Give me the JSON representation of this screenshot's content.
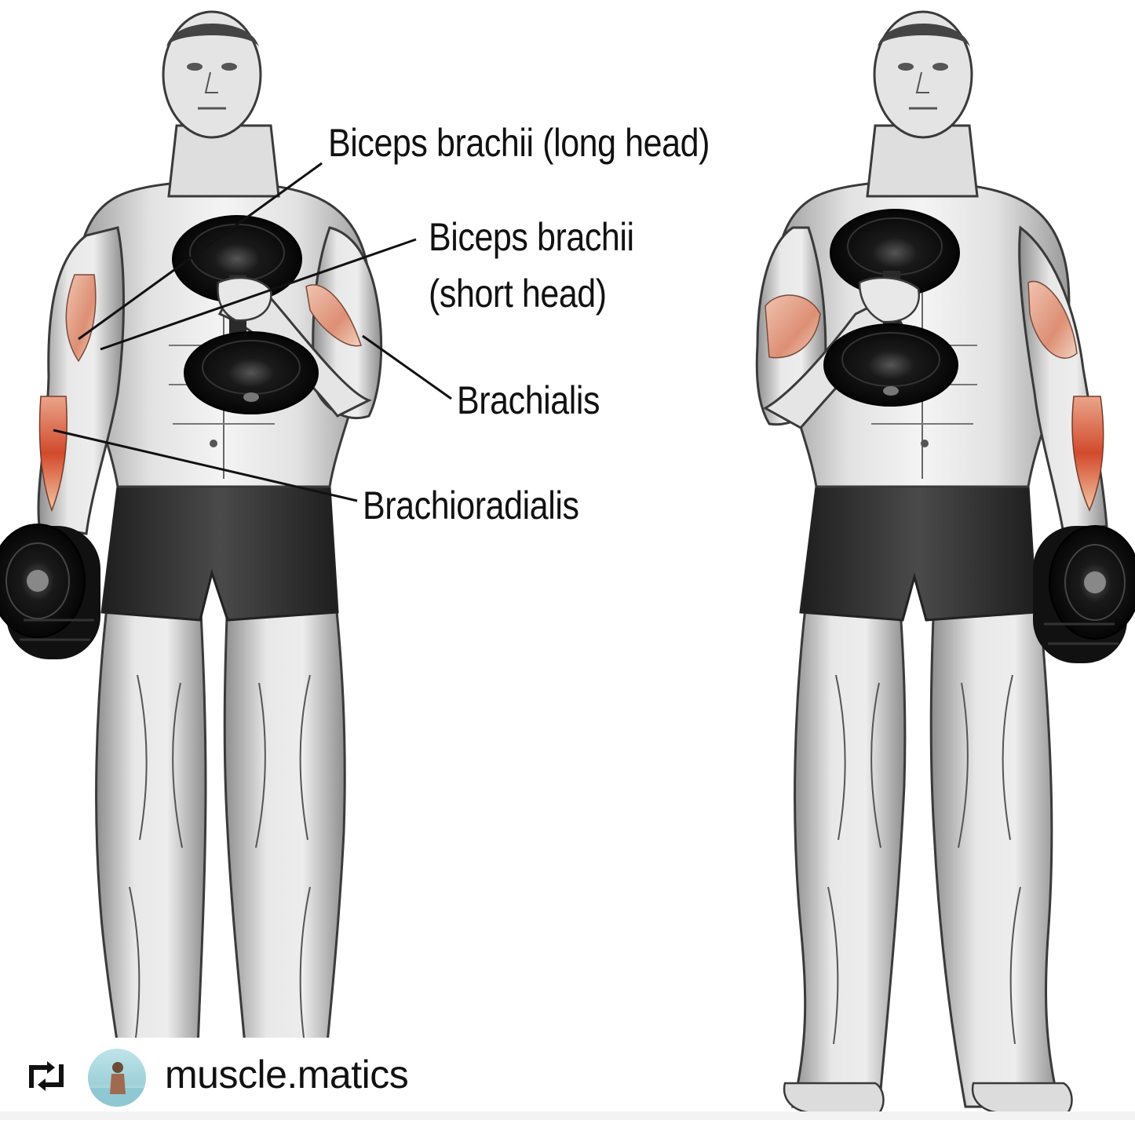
{
  "labels": {
    "biceps_long_head": "Biceps brachii (long head)",
    "biceps_short_head_line1": "Biceps brachii",
    "biceps_short_head_line2": "(short head)",
    "brachialis": "Brachialis",
    "brachioradialis": "Brachioradialis"
  },
  "repost": {
    "icon": "repost-icon",
    "username": "muscle.matics"
  },
  "colors": {
    "muscle_highlight_dark": "#d24a2c",
    "muscle_highlight_light": "#e9a58a",
    "dumbbell": "#141414",
    "shorts": "#2e2e2e",
    "skin": "#e6e6e6",
    "outline": "#3a3a3a"
  }
}
